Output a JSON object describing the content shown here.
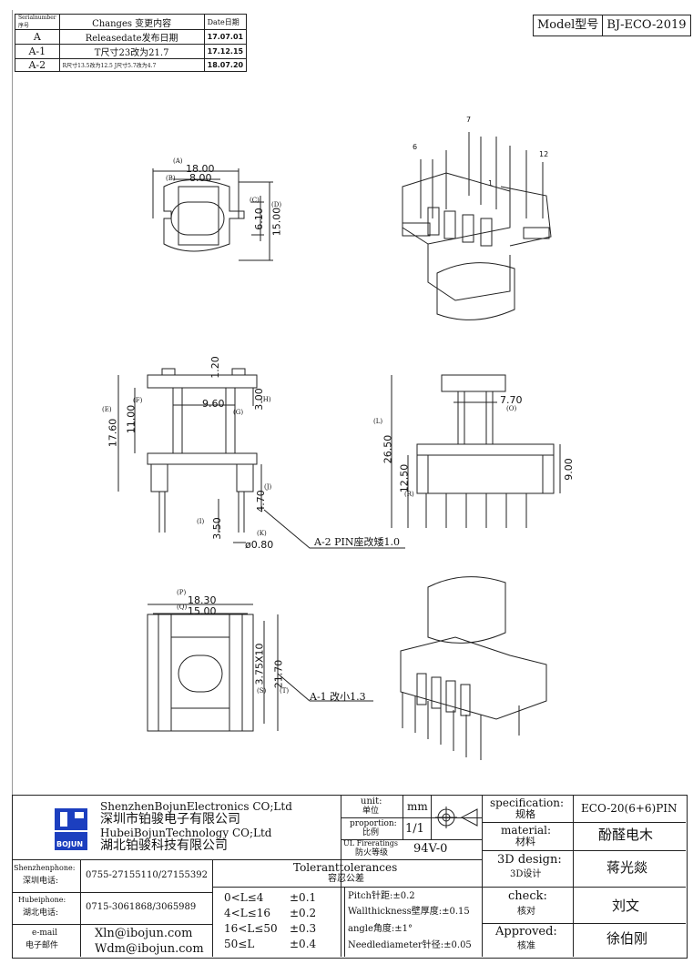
{
  "revision": {
    "headers": {
      "serial": "Serialnumber序号",
      "changes": "Changes 变更内容",
      "date": "Date日期"
    },
    "rows": [
      {
        "serial": "A",
        "change": "Releasedate发布日期",
        "date": "17.07.01"
      },
      {
        "serial": "A-1",
        "change": "T尺寸23改为21.7",
        "date": "17.12.15"
      },
      {
        "serial": "A-2",
        "change": "R尺寸13.5改为12.5 J尺寸5.7改为4.7",
        "date": "18.07.20"
      }
    ]
  },
  "model": {
    "label": "Model型号",
    "value": "BJ-ECO-2019"
  },
  "top_view": {
    "dim_a": "18.00",
    "tag_a": "(A)",
    "dim_b": "8.00",
    "tag_b": "(B)",
    "dim_c": "6.10",
    "tag_c": "(C)",
    "dim_d": "15.00",
    "tag_d": "(D)"
  },
  "iso_top": {
    "pin6": "6",
    "pin7": "7",
    "pin12": "12",
    "pin1": "1"
  },
  "side_view": {
    "dim_120": "1.20",
    "dim_e": "17.60",
    "tag_e": "(E)",
    "dim_f": "11.00",
    "tag_f": "(F)",
    "dim_g": "9.60",
    "tag_g": "(G)",
    "dim_h": "3.00",
    "tag_h": "(H)",
    "dim_j": "4.70",
    "tag_j": "(J)",
    "dim_i": "3.50",
    "tag_i": "(I)",
    "dim_k": "ø0.80",
    "tag_k": "(K)",
    "note": "A-2 PIN座改矮1.0"
  },
  "front_view": {
    "dim_o": "7.70",
    "tag_o": "(O)",
    "dim_l": "26.50",
    "tag_l": "(L)",
    "dim_r": "12.50",
    "tag_r": "(R)",
    "dim_9": "9.00"
  },
  "bottom_view": {
    "dim_p": "18.30",
    "tag_p": "(P)",
    "dim_q": "15.00",
    "tag_q": "(Q)",
    "dim_s": "3.75X10",
    "tag_s": "(S)",
    "dim_t": "21.70",
    "tag_t": "(T)",
    "note": "A-1 改小1.3"
  },
  "title_block": {
    "company_en1": "ShenzhenBojunElectronics CO;Ltd",
    "company_cn1": "深圳市铂骏电子有限公司",
    "company_en2": "HubeiBojunTechnology CO;Ltd",
    "company_cn2": "湖北铂骏科技有限公司",
    "logo_text": "BOJUN",
    "unit_label": "unit:",
    "unit_cn": "单位",
    "unit_value": "mm",
    "proportion_label": "proportion:",
    "proportion_cn": "比例",
    "proportion_value": "1/1",
    "ul_label": "UL Fireratings",
    "ul_cn": "防火等级",
    "ul_value": "94V-0",
    "spec_label": "specification:",
    "spec_cn": "规格",
    "spec_value": "ECO-20(6+6)PIN",
    "material_label": "material:",
    "material_cn": "材料",
    "material_value": "酚醛电木",
    "design_label": "3D design:",
    "design_cn": "3D设计",
    "design_value": "蒋光燚",
    "check_label": "check:",
    "check_cn": "核对",
    "check_value": "刘文",
    "approved_label": "Approved:",
    "approved_cn": "核准",
    "approved_value": "徐伯刚",
    "sz_phone_label": "Shenzhenphone:",
    "sz_phone_cn": "深圳电话:",
    "sz_phone_value": "0755-27155110/27155392",
    "hb_phone_label": "Hubeiphone:",
    "hb_phone_cn": "湖北电话:",
    "hb_phone_value": "0715-3061868/3065989",
    "email_label": "e-mail",
    "email_cn": "电子邮件",
    "email1": "Xln@ibojun.com",
    "email2": "Wdm@ibojun.com",
    "tol_title": "Toleranttolerances",
    "tol_cn": "容忍公差",
    "tolerances": [
      {
        "range": "0<L≤4",
        "value": "±0.1"
      },
      {
        "range": "4<L≤16",
        "value": "±0.2"
      },
      {
        "range": "16<L≤50",
        "value": "±0.3"
      },
      {
        "range": "50≤L",
        "value": "±0.4"
      }
    ],
    "pitch": "Pitch针距:±0.2",
    "wall": "Wallthickness壁厚度:±0.15",
    "angle": "angle角度:±1°",
    "needle": "Needlediameter针径:±0.05"
  }
}
